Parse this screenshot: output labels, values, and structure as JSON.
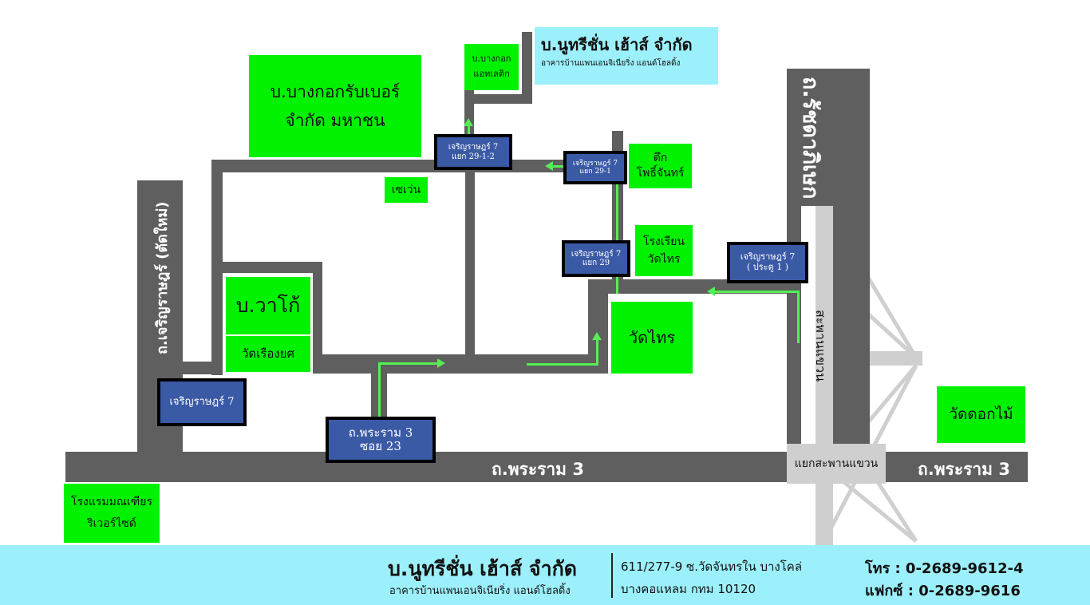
{
  "map": {
    "roads": {
      "rama3_west": "ถ.พระราม 3",
      "rama3_east": "ถ.พระราม 3",
      "charoenrat": "ถ.เจริญราษฎร์ (ตัดใหม่)",
      "ratchada": "ถ.รัชดาภิเษก",
      "bridge": "สะพานแขวน"
    },
    "places": {
      "bangkok_rubber": [
        "บ.บางกอกรับเบอร์",
        "จำกัด มหาชน"
      ],
      "bangkok_electric": [
        "บ.บางกอก",
        "แอทเลติก"
      ],
      "seven_eleven": "เซเว่น",
      "tuek_phothichan": [
        "ตึก",
        "โพธิ์จันทร์"
      ],
      "school": [
        "โรงเรียน",
        "วัดไทร"
      ],
      "wako": "บ.วาโก้",
      "wat_rueang": "วัดเรืองยศ",
      "wat_sai": "วัดไทร",
      "wat_dok_mai": "วัดดอกไม้",
      "hotel": [
        "โรงแรมมณเฑียร",
        "ริเวอร์ไซด์"
      ],
      "intersection": "แยกสะพานแขวน"
    },
    "company_top": {
      "name": "บ.นูทรีชั่น เฮ้าส์ จำกัด",
      "sub": "อาคารบ้านแพนเอนจิเนียริ่ง แอนด์โฮลดิ้ง"
    },
    "soi_labels": {
      "charoenrat7": "เจริญราษฎร์ 7",
      "rama3_23": [
        "ถ.พระราม 3",
        "ซอย 23"
      ],
      "soi_29_1_2": [
        "เจริญราษฎร์ 7",
        "แยก 29-1-2"
      ],
      "soi_29_1": [
        "เจริญราษฎร์ 7",
        "แยก 29-1"
      ],
      "soi_29": [
        "เจริญราษฎร์ 7",
        "แยก 29"
      ],
      "gate1": [
        "เจริญราษฎร์ 7",
        "( ประตู 1 )"
      ]
    }
  },
  "footer": {
    "company": "บ.นูทรีชั่น เฮ้าส์ จำกัด",
    "sub": "อาคารบ้านแพนเอนจิเนียริ่ง แอนด์โฮลดิ้ง",
    "address_1": "611/277-9 ซ.วัดจันทรใน บางโคล่",
    "address_2": "บางคอแหลม กทม 10120",
    "tel": "โทร : 0-2689-9612-4",
    "fax": "แฟกซ์ : 0-2689-9616"
  },
  "colors": {
    "road": "#5f5f5f",
    "place": "#00f200",
    "soi_label": "#3b5aa6",
    "route_arrow": "#55ee55",
    "company_box": "#9cf0fb"
  }
}
